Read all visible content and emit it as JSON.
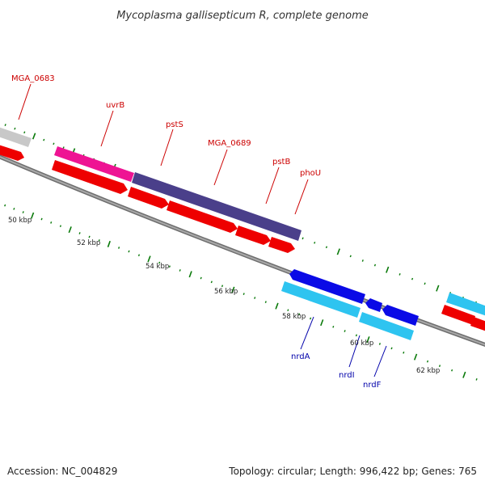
{
  "title": "Mycoplasma gallisepticum R, complete genome",
  "colors": {
    "backbone": "#7a7a7a",
    "tick": "#0a7a0a",
    "fwd_cds": "#ee0000",
    "fwd_gene_pink": "#ee1493",
    "fwd_gene_purple": "#4a3f8a",
    "fwd_gene_gray": "#c8c8c8",
    "rev_cds": "#0a0ae6",
    "rev_gene": "#2ec4f0",
    "label_red": "#cc0000",
    "label_blue": "#0000aa"
  },
  "labels_top": [
    {
      "id": "mga0683",
      "text": "MGA_0683"
    },
    {
      "id": "uvrb",
      "text": "uvrB"
    },
    {
      "id": "psts",
      "text": "pstS"
    },
    {
      "id": "mga0689",
      "text": "MGA_0689"
    },
    {
      "id": "pstb",
      "text": "pstB"
    },
    {
      "id": "phou",
      "text": "phoU"
    }
  ],
  "labels_bottom": [
    {
      "id": "nrda",
      "text": "nrdA"
    },
    {
      "id": "nrdi",
      "text": "nrdI"
    },
    {
      "id": "nrdf",
      "text": "nrdF"
    }
  ],
  "kbp_labels": [
    "50 kbp",
    "52 kbp",
    "54 kbp",
    "56 kbp",
    "58 kbp",
    "60 kbp",
    "62 kbp"
  ],
  "footer": {
    "accession": "Accession: NC_004829",
    "summary": "Topology: circular; Length: 996,422 bp; Genes: 765"
  }
}
